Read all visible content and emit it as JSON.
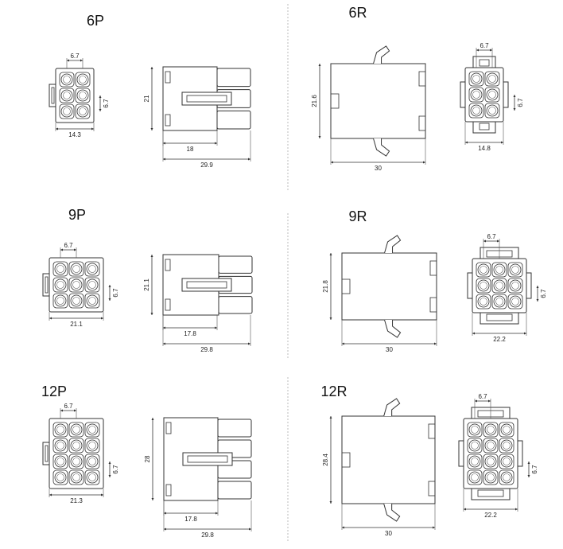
{
  "colors": {
    "line": "#333333",
    "background": "#ffffff",
    "separator": "#bbbbbb"
  },
  "panels": [
    {
      "id": "6p",
      "title": "6P",
      "kind": "plug",
      "cols": 2,
      "rows": 3,
      "dims": {
        "pitch_top": "6.7",
        "pitch_side": "6.7",
        "width": "14.3",
        "height": "21",
        "inner": "18",
        "length": "29.9"
      }
    },
    {
      "id": "6r",
      "title": "6R",
      "kind": "receptacle",
      "cols": 2,
      "rows": 3,
      "dims": {
        "height": "21.6",
        "length": "30",
        "pitch_top": "6.7",
        "pitch_side": "6.7",
        "width": "14.8"
      }
    },
    {
      "id": "9p",
      "title": "9P",
      "kind": "plug",
      "cols": 3,
      "rows": 3,
      "dims": {
        "pitch_top": "6.7",
        "pitch_side": "6.7",
        "width": "21.1",
        "height": "21.1",
        "inner": "17.8",
        "length": "29.8"
      }
    },
    {
      "id": "9r",
      "title": "9R",
      "kind": "receptacle",
      "cols": 3,
      "rows": 3,
      "dims": {
        "height": "21.8",
        "length": "30",
        "pitch_top": "6.7",
        "pitch_side": "6.7",
        "width": "22.2"
      }
    },
    {
      "id": "12p",
      "title": "12P",
      "kind": "plug",
      "cols": 3,
      "rows": 4,
      "dims": {
        "pitch_top": "6.7",
        "pitch_side": "6.7",
        "width": "21.3",
        "height": "28",
        "inner": "17.8",
        "length": "29.8"
      }
    },
    {
      "id": "12r",
      "title": "12R",
      "kind": "receptacle",
      "cols": 3,
      "rows": 4,
      "dims": {
        "height": "28.4",
        "length": "30",
        "pitch_top": "6.7",
        "pitch_side": "6.7",
        "width": "22.2"
      }
    }
  ]
}
